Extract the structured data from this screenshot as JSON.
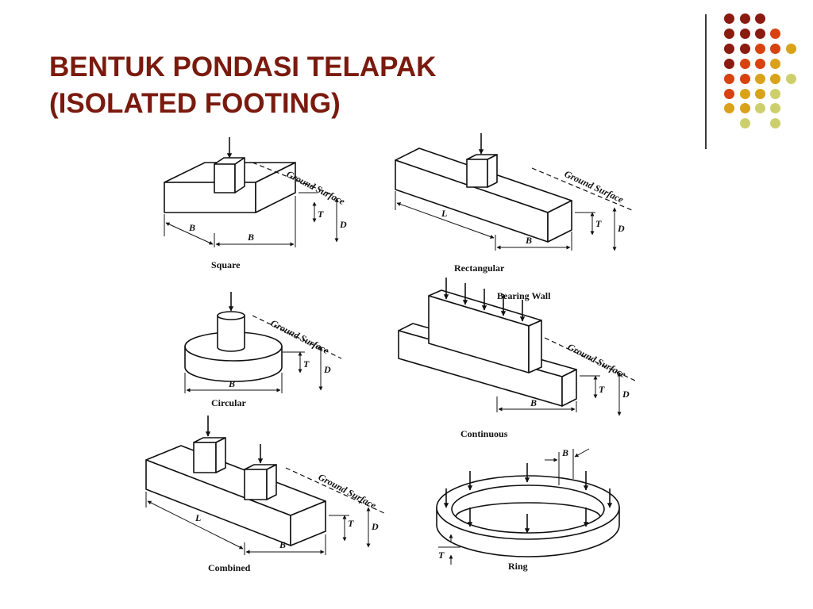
{
  "slide": {
    "title_line1": "BENTUK PONDASI TELAPAK",
    "title_line2": "(ISOLATED FOOTING)",
    "colors": {
      "title": "#7a1a0e",
      "dark_red": "#8b1a10",
      "orange_red": "#d8420f",
      "gold": "#d9a21a",
      "olive": "#cdcf6d"
    }
  },
  "figures": {
    "square": {
      "caption": "Square",
      "ground": "Ground Surface",
      "dim_b1": "B",
      "dim_b2": "B",
      "dim_t": "T",
      "dim_d": "D"
    },
    "rectangular": {
      "caption": "Rectangular",
      "ground": "Ground Surface",
      "dim_l": "L",
      "dim_b": "B",
      "dim_t": "T",
      "dim_d": "D"
    },
    "circular": {
      "caption": "Circular",
      "ground": "Ground Surface",
      "dim_b": "B",
      "dim_t": "T",
      "dim_d": "D"
    },
    "continuous": {
      "caption": "Continuous",
      "wall_label": "Bearing Wall",
      "ground": "Ground Surface",
      "dim_b": "B",
      "dim_t": "T",
      "dim_d": "D"
    },
    "combined": {
      "caption": "Combined",
      "ground": "Ground Surface",
      "dim_l": "L",
      "dim_b": "B",
      "dim_t": "T",
      "dim_d": "D"
    },
    "ring": {
      "caption": "Ring",
      "dim_b": "B",
      "dim_t": "T"
    }
  }
}
